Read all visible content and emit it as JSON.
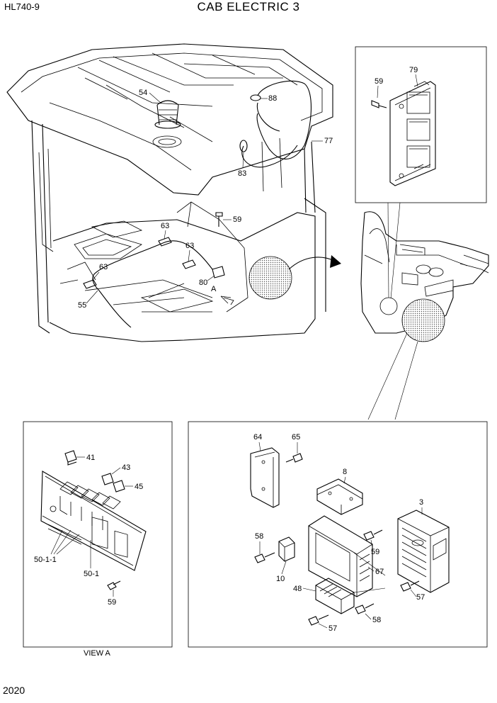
{
  "header": {
    "model": "HL740-9",
    "title": "CAB ELECTRIC 3"
  },
  "footer": {
    "page_number": "2020",
    "view_caption": "VIEW A"
  },
  "cab_view": {
    "callouts": [
      "54",
      "88",
      "77",
      "83",
      "59",
      "63",
      "63",
      "63",
      "80",
      "55"
    ],
    "arrow_label": "A"
  },
  "relay_panel_view": {
    "callouts": [
      "59",
      "79"
    ]
  },
  "view_a": {
    "callouts": [
      "41",
      "43",
      "45",
      "50-1-1",
      "50-1",
      "59"
    ]
  },
  "controller_view": {
    "callouts": [
      "64",
      "65",
      "8",
      "3",
      "58",
      "59",
      "10",
      "67",
      "48",
      "57",
      "57",
      "58"
    ]
  }
}
